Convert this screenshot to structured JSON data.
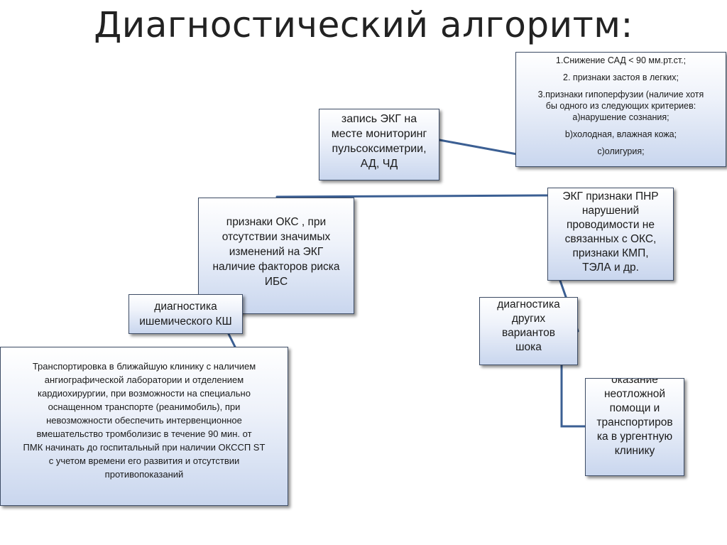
{
  "slide": {
    "title": "Диагностический алгоритм:"
  },
  "boxes": {
    "criteria": {
      "lines": [
        "1.Снижение САД < 90 мм.рт.ст.;",
        "2. признаки застоя в легких;",
        "3.признаки гипоперфузии (наличие хотя",
        "бы одного из следующих критериев:",
        "а)нарушение сознания;",
        "b)холодная, влажная кожа;",
        "c)олигурия;"
      ]
    },
    "ekg_monitoring": {
      "lines": [
        "запись ЭКГ на",
        "месте мониторинг",
        "пульсоксиметрии,",
        "АД, ЧД"
      ]
    },
    "acs_signs": {
      "lines": [
        "признаки ОКС , при",
        "отсутствии значимых",
        "изменений на ЭКГ",
        "наличие факторов риска",
        "ИБС"
      ]
    },
    "ekg_signs": {
      "lines": [
        "ЭКГ признаки ПНР",
        "нарушений",
        "проводимости не",
        "связанных с ОКС,",
        "признаки КМП,",
        "ТЭЛА и др."
      ]
    },
    "ischemic_diagnosis": {
      "lines": [
        "диагностика",
        "ишемического КШ"
      ]
    },
    "other_shock_diagnosis": {
      "lines": [
        "диагностика",
        "других",
        "вариантов",
        "шока"
      ]
    },
    "transport": {
      "lines": [
        "Транспортировка в ближайшую клинику с наличием",
        "ангиографической лаборатории и отделением",
        "кардиохирургии, при возможности на специально",
        "оснащенном транспорте (реанимобиль), при",
        "невозможности обеспечить интервенционное",
        "вмешательство тромболизис  в течение 90 мин. от",
        "ПМК начинать до госпитальный при наличии ОКССП ST",
        "с учетом времени его развития и отсутствии",
        "противопоказаний"
      ]
    },
    "urgent_care": {
      "lines": [
        "оказание",
        "неотложной",
        "помощи и",
        "транспортиров",
        "ка в ургентную",
        "клинику"
      ]
    }
  },
  "colors": {
    "connector": "#3b5f93",
    "box_border": "#3e4d66",
    "box_gradient_bottom": "#c9d6ee"
  }
}
